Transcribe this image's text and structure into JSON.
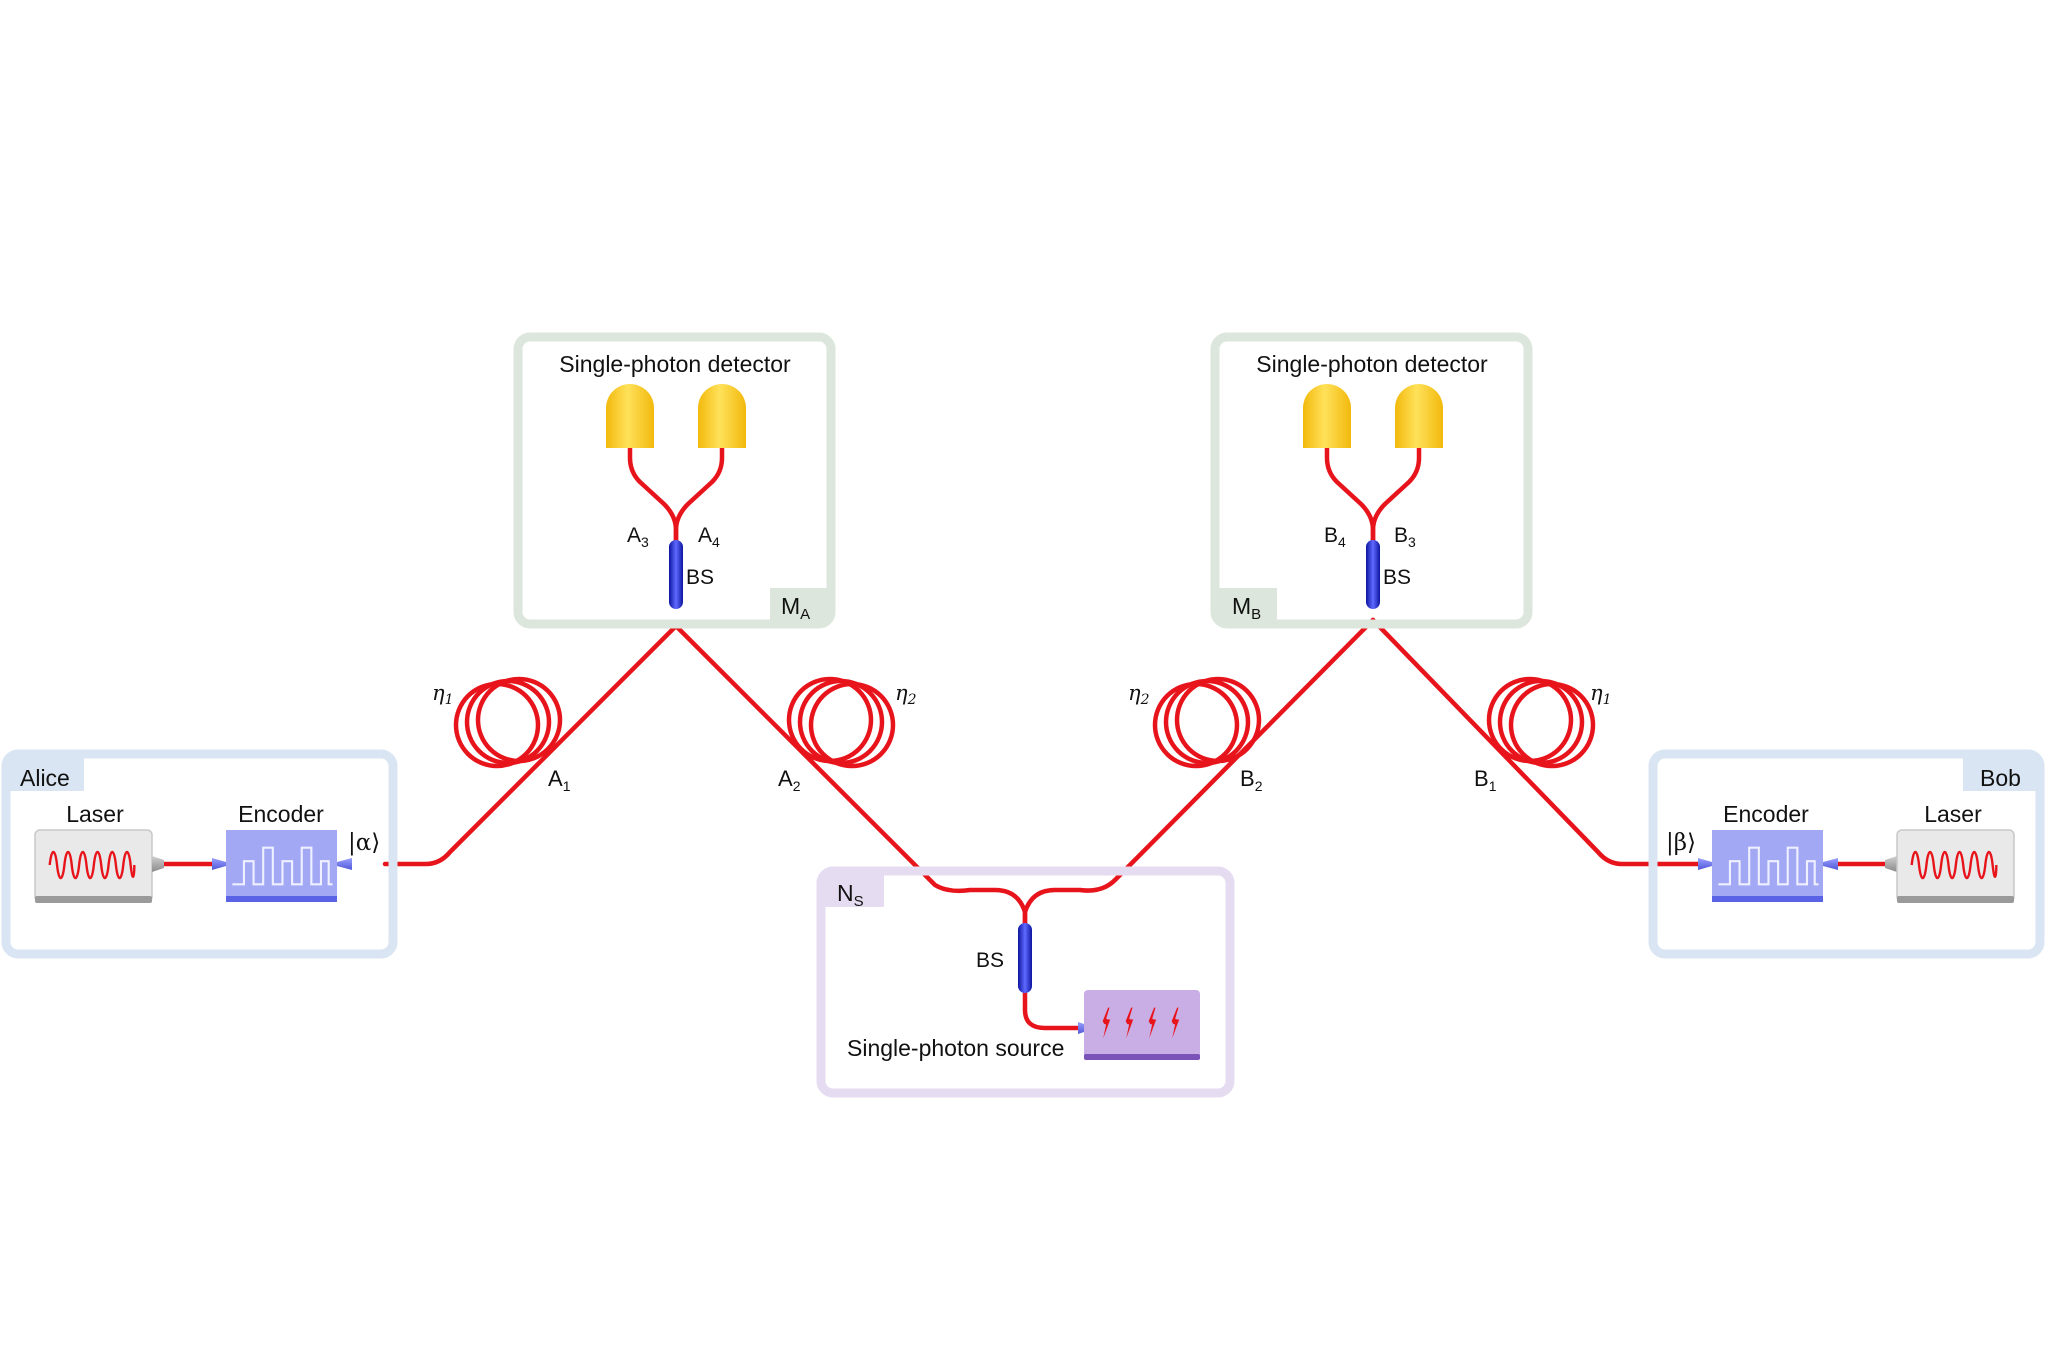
{
  "colors": {
    "fiber": "#e8141c",
    "alice_box": "#d9e5f2",
    "bob_box": "#d9e5f2",
    "measure_box": "#dde6dd",
    "source_box": "#e6dcf1",
    "beam_splitter": "#1d2bd6",
    "encoder": "#a3a8f5",
    "encoder_base": "#5a62e6",
    "detector": "#f8cc1c",
    "laser_body": "#e9e9e9",
    "source_body": "#c9aee6"
  },
  "alice": {
    "tag": "Alice",
    "laser_label": "Laser",
    "encoder_label": "Encoder",
    "state": "|α⟩"
  },
  "bob": {
    "tag": "Bob",
    "laser_label": "Laser",
    "encoder_label": "Encoder",
    "state": "|β⟩"
  },
  "measure_a": {
    "title": "Single-photon detector",
    "tag": "M",
    "tag_sub": "A",
    "bs_label": "BS",
    "port_left": "A",
    "port_left_sub": "3",
    "port_right": "A",
    "port_right_sub": "4"
  },
  "measure_b": {
    "title": "Single-photon detector",
    "tag": "M",
    "tag_sub": "B",
    "bs_label": "BS",
    "port_left": "B",
    "port_left_sub": "4",
    "port_right": "B",
    "port_right_sub": "3"
  },
  "source": {
    "tag": "N",
    "tag_sub": "S",
    "bs_label": "BS",
    "label": "Single-photon source"
  },
  "channels": {
    "a1": {
      "name": "A",
      "sub": "1",
      "eta": "η",
      "eta_sub": "1"
    },
    "a2": {
      "name": "A",
      "sub": "2",
      "eta": "η",
      "eta_sub": "2"
    },
    "b2": {
      "name": "B",
      "sub": "2",
      "eta": "η",
      "eta_sub": "2"
    },
    "b1": {
      "name": "B",
      "sub": "1",
      "eta": "η",
      "eta_sub": "1"
    }
  }
}
